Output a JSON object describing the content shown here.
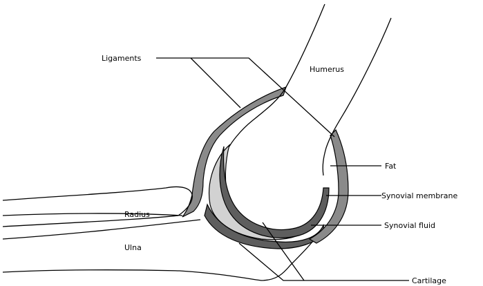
{
  "labels": {
    "ligaments": "Ligaments",
    "humerus": "Humerus",
    "fat": "Fat",
    "synovial_membrane": "Synovial membrane",
    "synovial_fluid": "Synovial fluid",
    "radius": "Radius",
    "ulna": "Ulna",
    "cartilage": "Cartilage"
  },
  "colors": {
    "ligament": "#8a8a8a",
    "cartilage": "#5e5e5e",
    "synovial_fluid": "#d2d2d2",
    "outline": "#000000",
    "background": "#ffffff"
  }
}
